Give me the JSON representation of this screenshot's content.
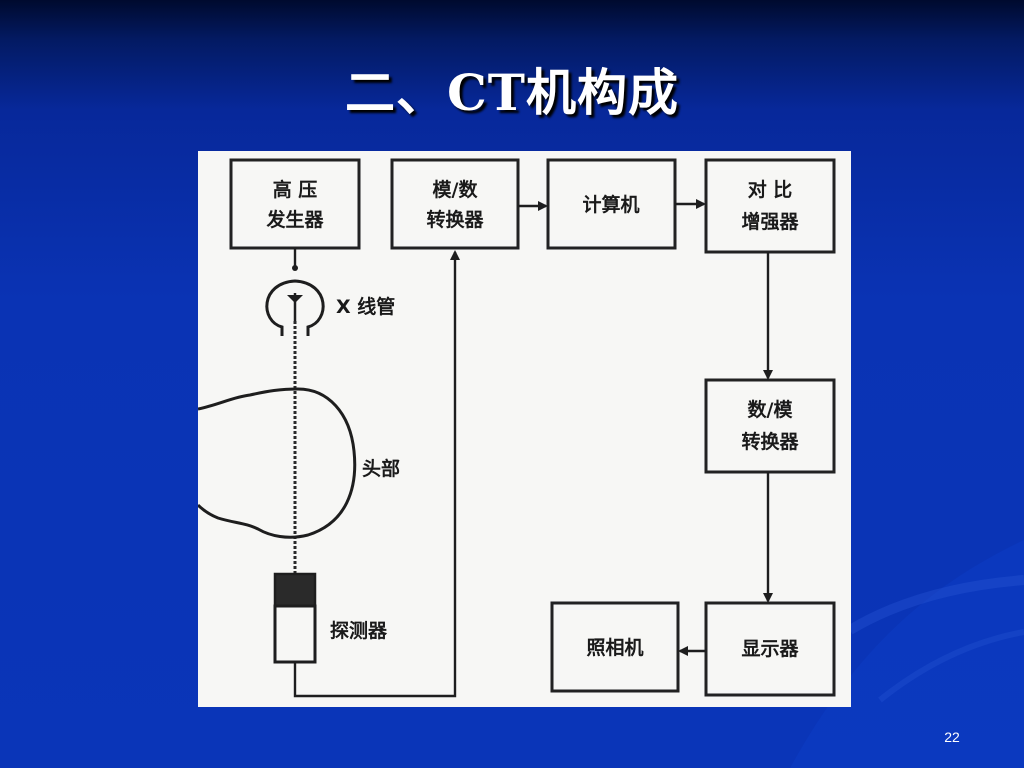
{
  "slide": {
    "title": "二、CT机构成",
    "page_number": "22",
    "background_color": "#0a35b8"
  },
  "diagram": {
    "boxes": {
      "high_voltage": [
        "高 压",
        "发生器"
      ],
      "ad_converter": [
        "模/数",
        "转换器"
      ],
      "computer": [
        "计算机"
      ],
      "contrast_enhancer": [
        "对 比",
        "增强器"
      ],
      "da_converter": [
        "数/模",
        "转换器"
      ],
      "display": [
        "显示器"
      ],
      "camera": [
        "照相机"
      ]
    },
    "labels": {
      "xray_tube": "X 线管",
      "head": "头部",
      "detector": "探测器"
    },
    "edges": [
      {
        "from": "high_voltage",
        "to": "xray_tube"
      },
      {
        "from": "detector",
        "to": "ad_converter"
      },
      {
        "from": "ad_converter",
        "to": "computer"
      },
      {
        "from": "computer",
        "to": "contrast_enhancer"
      },
      {
        "from": "contrast_enhancer",
        "to": "da_converter"
      },
      {
        "from": "da_converter",
        "to": "display"
      },
      {
        "from": "display",
        "to": "camera"
      }
    ]
  }
}
